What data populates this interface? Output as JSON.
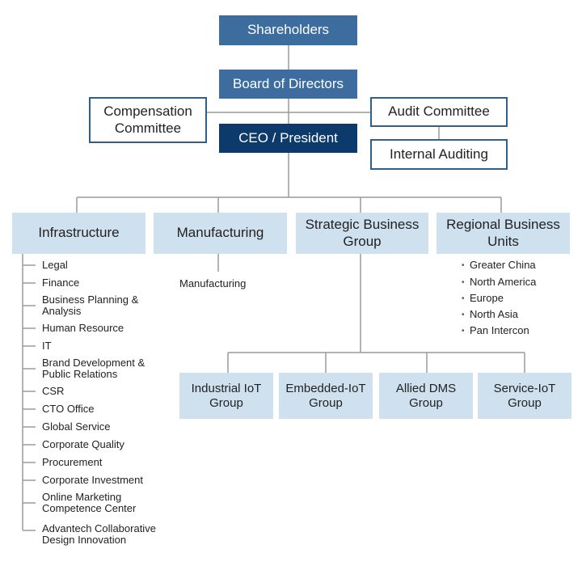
{
  "top": {
    "shareholders": "Shareholders",
    "board": "Board of Directors",
    "compensation": "Compensation Committee",
    "audit": "Audit Committee",
    "ceo": "CEO / President",
    "internal_auditing": "Internal Auditing"
  },
  "divisions": {
    "infrastructure": {
      "label": "Infrastructure",
      "items": [
        "Legal",
        "Finance",
        "Business Planning & Analysis",
        "Human Resource",
        "IT",
        "Brand Development & Public Relations",
        "CSR",
        "CTO Office",
        "Global Service",
        "Corporate Quality",
        "Procurement",
        "Corporate Investment",
        "Online Marketing Competence Center",
        "Advantech Collaborative Design Innovation"
      ]
    },
    "manufacturing": {
      "label": "Manufacturing",
      "items": [
        "Manufacturing"
      ]
    },
    "strategic": {
      "label": "Strategic Business Group",
      "groups": [
        "Industrial IoT Group",
        "Embedded-IoT Group",
        "Allied DMS Group",
        "Service-IoT Group"
      ]
    },
    "regional": {
      "label": "Regional Business Units",
      "items": [
        "Greater China",
        "North America",
        "Europe",
        "North Asia",
        "Pan Intercon"
      ],
      "bullet": "•"
    }
  },
  "colors": {
    "dark_box": "#3c6d9e",
    "ceo_box": "#0c3a6b",
    "light_box": "#cfe0ef",
    "outline": "#2f5f8f",
    "connector": "#9a9a9a"
  }
}
